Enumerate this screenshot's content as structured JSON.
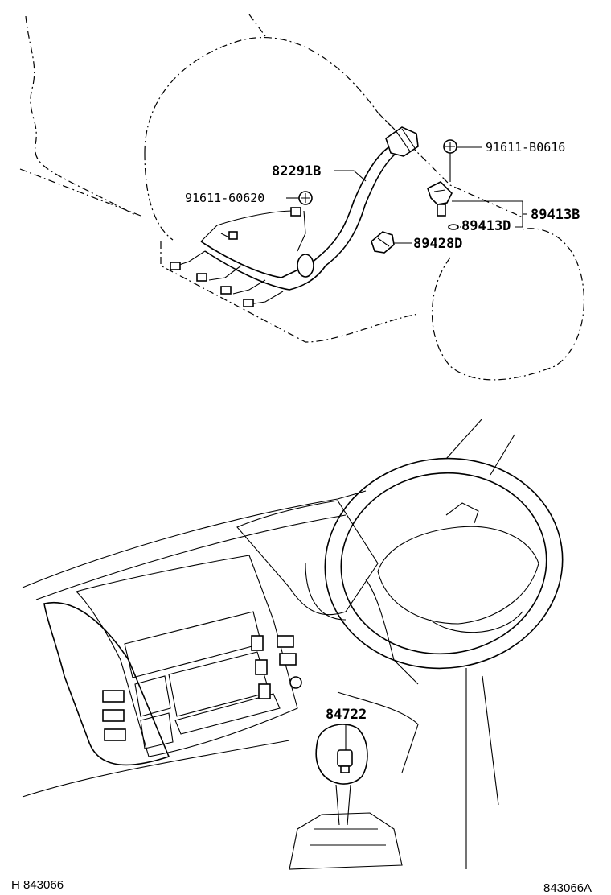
{
  "callouts": {
    "p82291B": "82291B",
    "p91611_60620": "91611-60620",
    "p91611_B0616": "91611-B0616",
    "p89413B": "89413B",
    "p89413D": "89413D",
    "p89428D": "89428D",
    "p84722": "84722"
  },
  "footer": {
    "left_code": "H 843066",
    "right_code": "843066A"
  }
}
